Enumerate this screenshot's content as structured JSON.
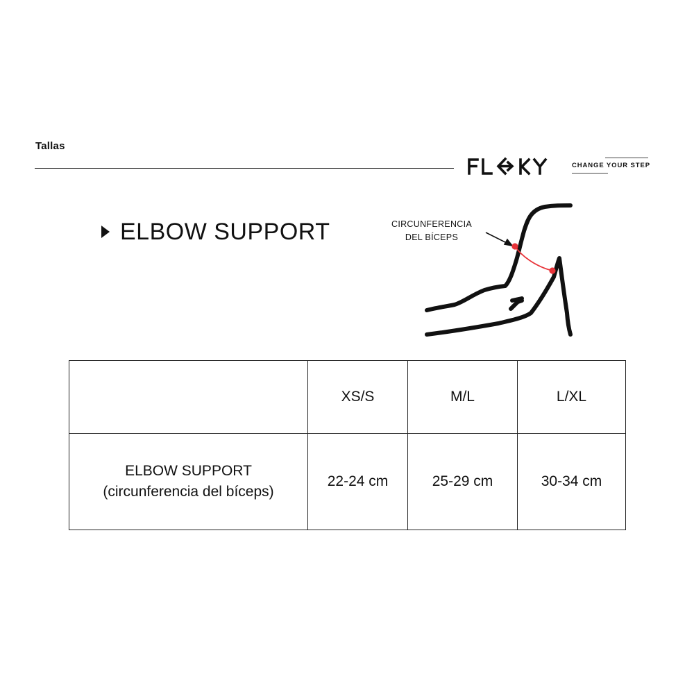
{
  "page": {
    "label": "Tallas"
  },
  "brand": {
    "name": "FLOKY",
    "tagline": "CHANGE YOUR STEP",
    "logo_icon": "floky-wordmark-icon"
  },
  "product": {
    "title": "ELBOW SUPPORT",
    "marker_icon": "triangle-right-icon"
  },
  "diagram": {
    "label_line1": "CIRCUNFERENCIA",
    "label_line2": "DEL BÍCEPS",
    "accent_color": "#e8343a",
    "icon": "arm-bicep-outline-icon"
  },
  "table": {
    "header": {
      "blank": "",
      "sizes": [
        "XS/S",
        "M/L",
        "L/XL"
      ]
    },
    "row": {
      "label_line1": "ELBOW SUPPORT",
      "label_line2": "(circunferencia del bíceps)",
      "values": [
        "22-24 cm",
        "25-29 cm",
        "30-34 cm"
      ]
    }
  }
}
